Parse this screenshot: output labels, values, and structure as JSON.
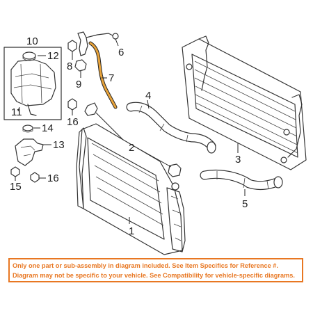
{
  "callouts": {
    "c1": "1",
    "c2": "2",
    "c3": "3",
    "c4": "4",
    "c5": "5",
    "c6": "6",
    "c7": "7",
    "c8": "8",
    "c9": "9",
    "c10": "10",
    "c11": "11",
    "c12": "12",
    "c13": "13",
    "c14": "14",
    "c15": "15",
    "c16a": "16",
    "c16b": "16"
  },
  "disclaimer": {
    "line1": "Only one part or sub-assembly in diagram included. See Item Specifics for Reference #.",
    "line2": "Diagram may not be specific to your vehicle. See Compatibility for vehicle-specific diagrams."
  },
  "colors": {
    "highlight_hose": "#e8a33a",
    "disclaimer": "#e87722"
  }
}
